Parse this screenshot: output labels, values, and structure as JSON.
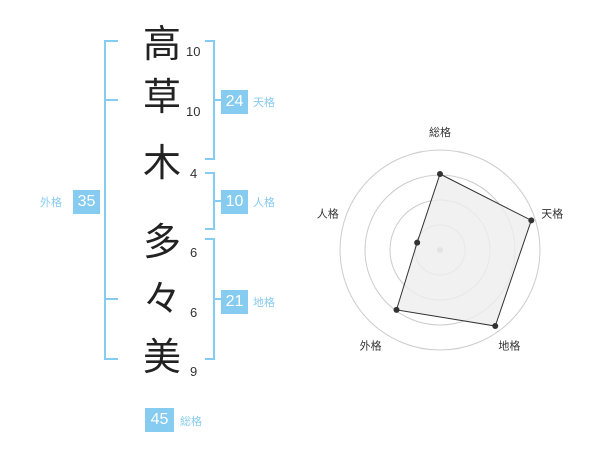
{
  "colors": {
    "accent": "#86cbf0",
    "badge_bg": "#86cbf0",
    "radar_line": "#333333",
    "radar_fill": "#eeeeee",
    "ring": "#cccccc"
  },
  "name": {
    "characters": [
      {
        "char": "高",
        "strokes": "10"
      },
      {
        "char": "草",
        "strokes": "10"
      },
      {
        "char": "木",
        "strokes": "4"
      },
      {
        "char": "多",
        "strokes": "6"
      },
      {
        "char": "々",
        "strokes": "6"
      },
      {
        "char": "美",
        "strokes": "9"
      }
    ]
  },
  "fortunes": {
    "tenkaku": {
      "value": "24",
      "label": "天格"
    },
    "jinkaku": {
      "value": "10",
      "label": "人格"
    },
    "chikaku": {
      "value": "21",
      "label": "地格"
    },
    "gaikaku": {
      "value": "35",
      "label": "外格"
    },
    "soukaku": {
      "value": "45",
      "label": "総格"
    }
  },
  "chart_data": {
    "type": "radar",
    "axes": [
      "総格",
      "天格",
      "地格",
      "外格",
      "人格"
    ],
    "values": [
      0.76,
      0.96,
      0.94,
      0.74,
      0.24
    ],
    "range": [
      0,
      1
    ],
    "rings": 4,
    "grid": true
  }
}
